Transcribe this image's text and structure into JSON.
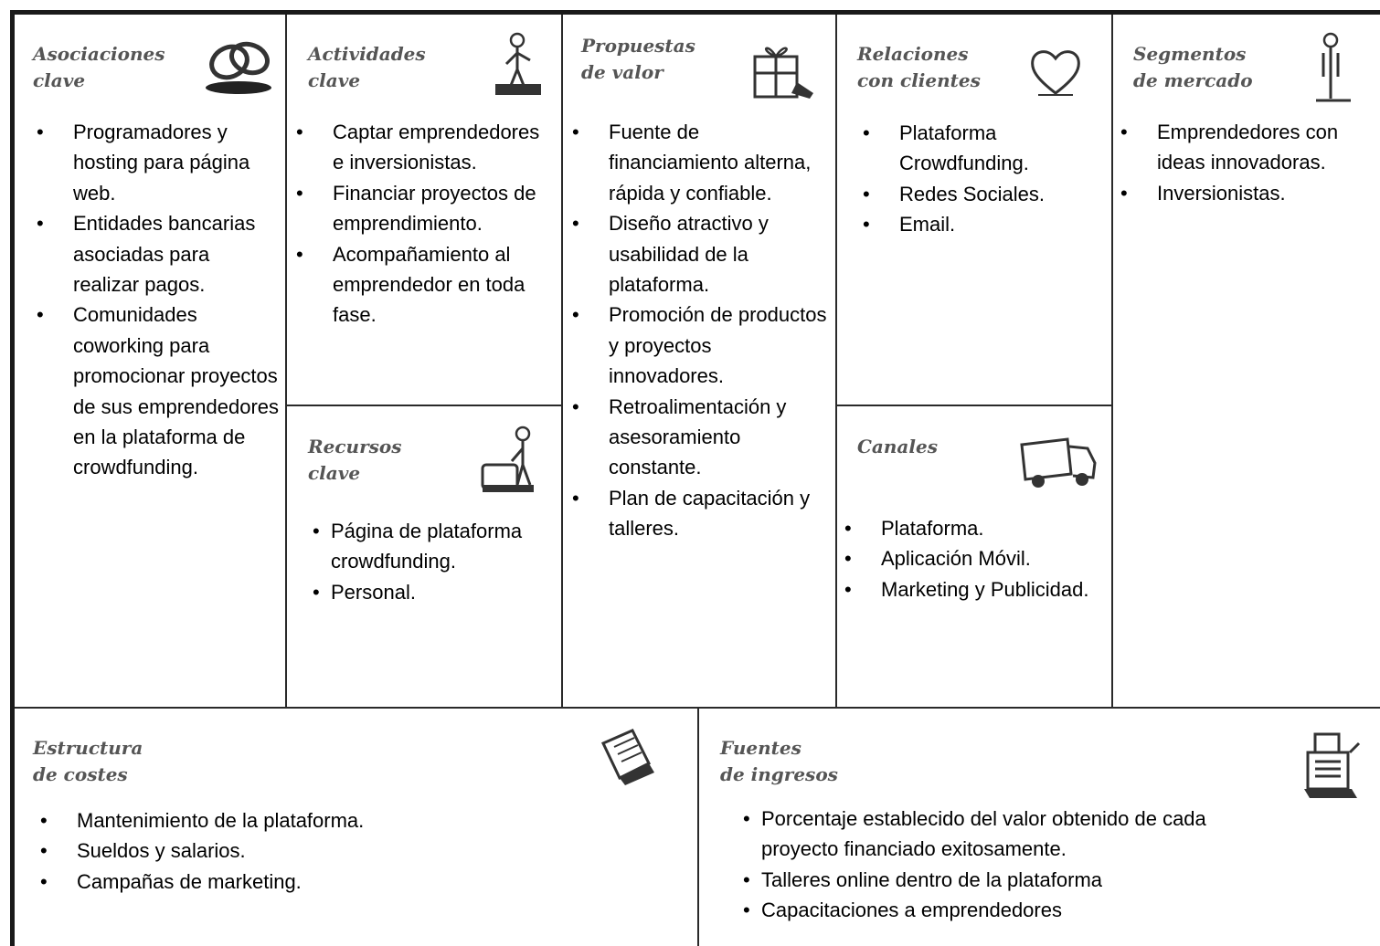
{
  "canvas": {
    "asociaciones": {
      "title": "Asociaciones\nclave",
      "items": [
        "Programadores y hosting para página web.",
        "Entidades bancarias asociadas para realizar pagos.",
        "Comunidades coworking para promocionar proyectos de sus emprendedores en la plataforma de crowdfunding."
      ]
    },
    "actividades": {
      "title": "Actividades\nclave",
      "items": [
        "Captar emprendedores e inversionistas.",
        "Financiar proyectos de emprendimiento.",
        "Acompañamiento al emprendedor en toda fase."
      ]
    },
    "recursos": {
      "title": "Recursos\nclave",
      "items": [
        "Página de plataforma crowdfunding.",
        "Personal."
      ]
    },
    "propuestas": {
      "title": "Propuestas\nde valor",
      "items": [
        "Fuente de financiamiento alterna, rápida y confiable.",
        "Diseño atractivo y usabilidad de la plataforma.",
        "Promoción de productos y proyectos innovadores.",
        "Retroalimentación y asesoramiento constante.",
        "Plan de capacitación y talleres."
      ]
    },
    "relaciones": {
      "title": "Relaciones\ncon clientes",
      "items": [
        "Plataforma Crowdfunding.",
        "Redes Sociales.",
        "Email."
      ]
    },
    "canales": {
      "title": "Canales",
      "items": [
        "Plataforma.",
        "Aplicación Móvil.",
        "Marketing y Publicidad."
      ]
    },
    "segmentos": {
      "title": "Segmentos\nde mercado",
      "items": [
        "Emprendedores con ideas innovadoras.",
        "Inversionistas."
      ]
    },
    "costes": {
      "title": "Estructura\nde costes",
      "items": [
        "Mantenimiento de la plataforma.",
        "Sueldos y salarios.",
        "Campañas de marketing."
      ]
    },
    "ingresos": {
      "title": "Fuentes\nde ingresos",
      "items": [
        "Porcentaje establecido del valor obtenido de cada proyecto financiado exitosamente.",
        "Talleres online dentro de la plataforma",
        "Capacitaciones a emprendedores"
      ]
    }
  },
  "icons": {
    "asociaciones": "chain-links-icon",
    "actividades": "worker-icon",
    "recursos": "person-with-machine-icon",
    "propuestas": "gift-icon",
    "relaciones": "heart-icon",
    "canales": "truck-icon",
    "segmentos": "standing-person-icon",
    "costes": "receipt-icon",
    "ingresos": "cash-register-icon"
  },
  "colors": {
    "border": "#1a1a1a",
    "title": "#555555",
    "text": "#000000"
  }
}
